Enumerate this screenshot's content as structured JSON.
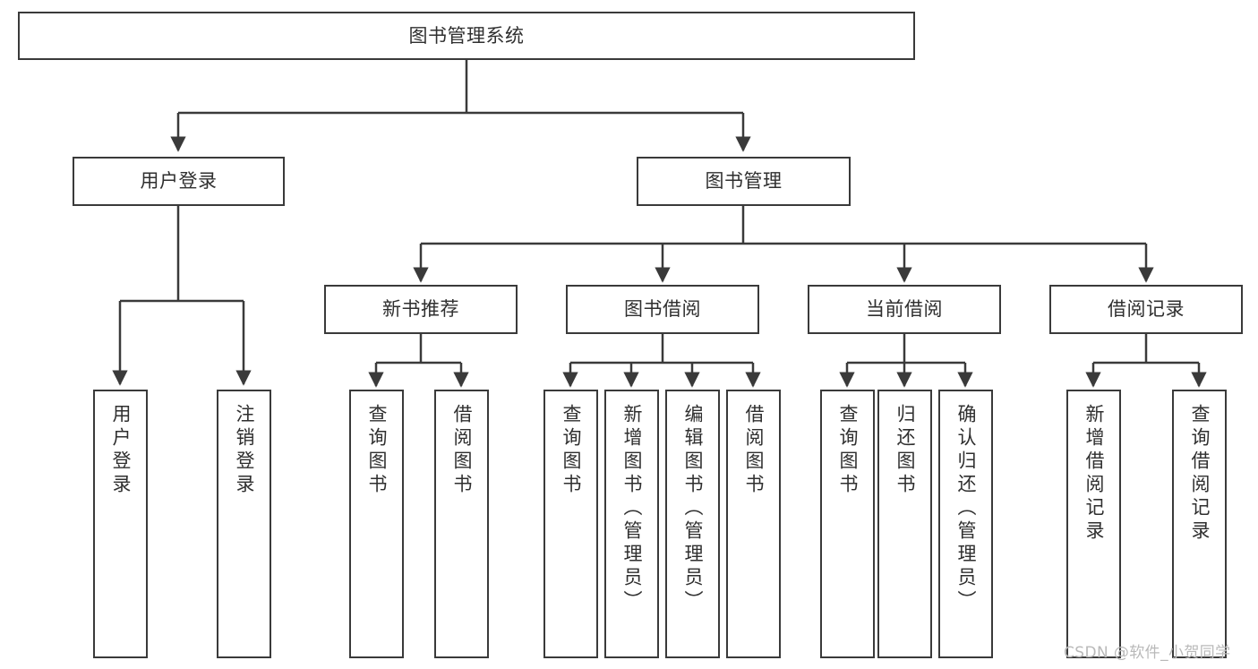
{
  "diagram": {
    "title_node": {
      "label": "图书管理系统"
    },
    "level2": [
      {
        "label": "用户登录"
      },
      {
        "label": "图书管理"
      }
    ],
    "level3": [
      {
        "label": "新书推荐"
      },
      {
        "label": "图书借阅"
      },
      {
        "label": "当前借阅"
      },
      {
        "label": "借阅记录"
      }
    ],
    "leaves": {
      "user_login": [
        {
          "label": "用户登录"
        },
        {
          "label": "注销登录"
        }
      ],
      "new_book_recommend": [
        {
          "label": "查询图书"
        },
        {
          "label": "借阅图书"
        }
      ],
      "book_borrow": [
        {
          "label": "查询图书"
        },
        {
          "label": "新增图书（管理员）"
        },
        {
          "label": "编辑图书（管理员）"
        },
        {
          "label": "借阅图书"
        }
      ],
      "current_borrow": [
        {
          "label": "查询图书"
        },
        {
          "label": "归还图书"
        },
        {
          "label": "确认归还（管理员）"
        }
      ],
      "borrow_record": [
        {
          "label": "新增借阅记录"
        },
        {
          "label": "查询借阅记录"
        }
      ]
    }
  },
  "watermark": {
    "text": "CSDN @软件_小贺同学"
  },
  "colors": {
    "line": "#3a3a3a",
    "box_fill": "#ffffff",
    "text": "#2f2f2f",
    "watermark": "#b9b9b9"
  }
}
